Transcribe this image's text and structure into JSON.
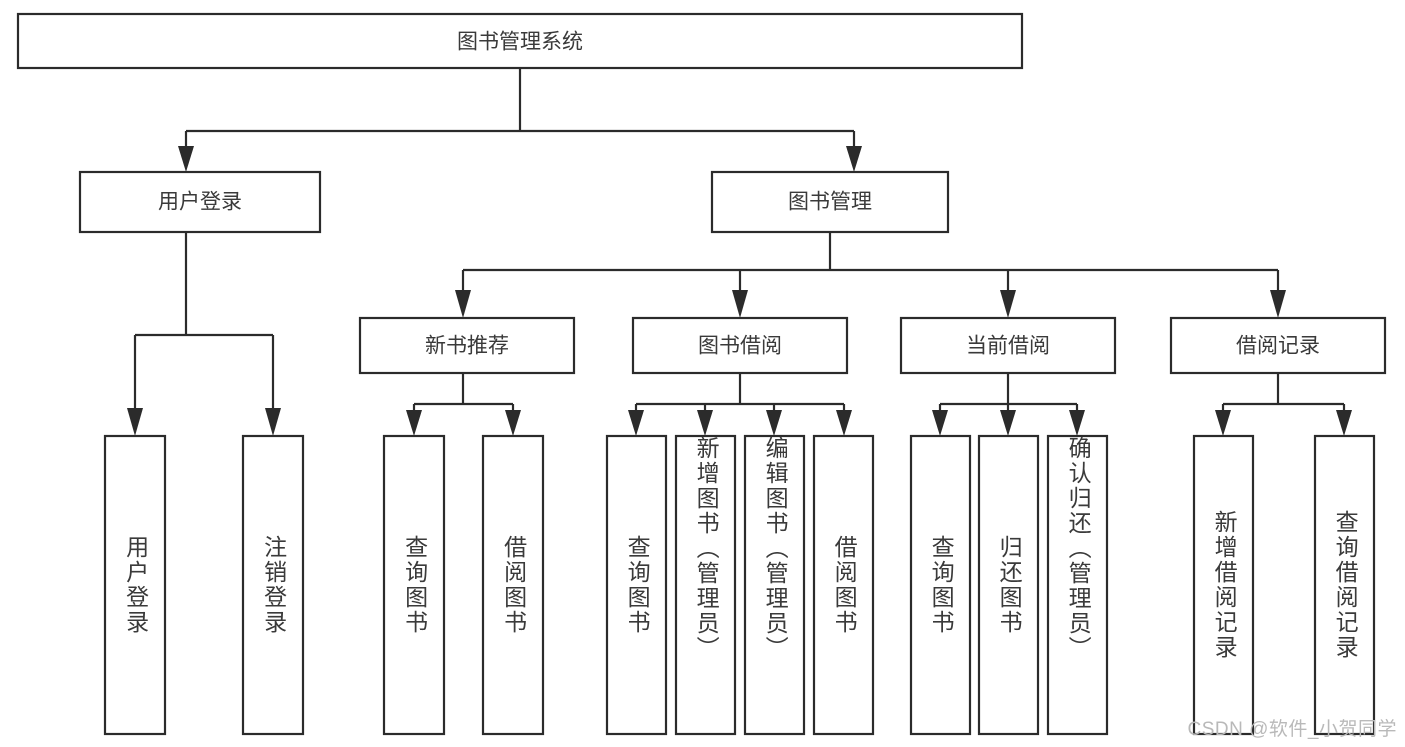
{
  "diagram": {
    "title": "图书管理系统",
    "watermark": "CSDN @软件_小贺同学",
    "root": {
      "label": "图书管理系统"
    },
    "level2": [
      {
        "label": "用户登录"
      },
      {
        "label": "图书管理"
      }
    ],
    "level3": [
      {
        "label": "新书推荐"
      },
      {
        "label": "图书借阅"
      },
      {
        "label": "当前借阅"
      },
      {
        "label": "借阅记录"
      }
    ],
    "leaves": {
      "user_login": [
        {
          "label": "用户登录"
        },
        {
          "label": "注销登录"
        }
      ],
      "new_book_recommend": [
        {
          "label": "查询图书"
        },
        {
          "label": "借阅图书"
        }
      ],
      "book_borrow": [
        {
          "label": "查询图书"
        },
        {
          "label": "新增图书（管理员）"
        },
        {
          "label": "编辑图书（管理员）"
        },
        {
          "label": "借阅图书"
        }
      ],
      "current_borrow": [
        {
          "label": "查询图书"
        },
        {
          "label": "归还图书"
        },
        {
          "label": "确认归还（管理员）"
        }
      ],
      "borrow_record": [
        {
          "label": "新增借阅记录"
        },
        {
          "label": "查询借阅记录"
        }
      ]
    },
    "colors": {
      "stroke": "#2b2b2b",
      "text": "#3a3a3a",
      "background": "#ffffff",
      "watermark": "#b9b9b9"
    }
  }
}
